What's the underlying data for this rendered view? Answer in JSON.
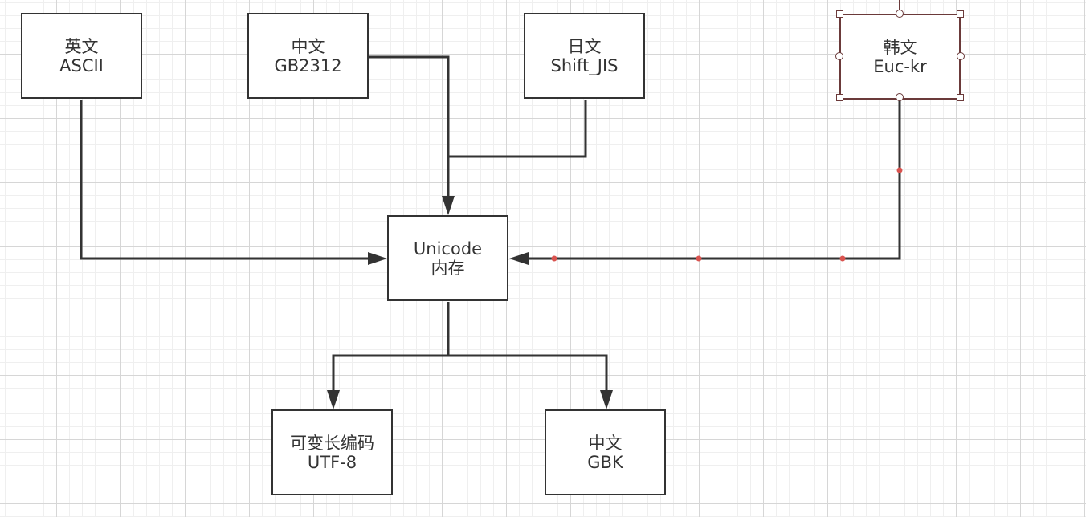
{
  "diagram": {
    "nodes": {
      "en": {
        "line1": "英文",
        "line2": "ASCII"
      },
      "zh_gb": {
        "line1": "中文",
        "line2": "GB2312"
      },
      "ja": {
        "line1": "日文",
        "line2": "Shift_JIS"
      },
      "ko": {
        "line1": "韩文",
        "line2": "Euc-kr"
      },
      "unicode": {
        "line1": "Unicode",
        "line2": "内存"
      },
      "utf8": {
        "line1": "可变长编码",
        "line2": "UTF-8"
      },
      "gbk": {
        "line1": "中文",
        "line2": "GBK"
      }
    },
    "selected_node": "ko",
    "colors": {
      "stroke": "#333333",
      "selection": "#6b3a3a",
      "waypoint": "#d9534f"
    }
  }
}
